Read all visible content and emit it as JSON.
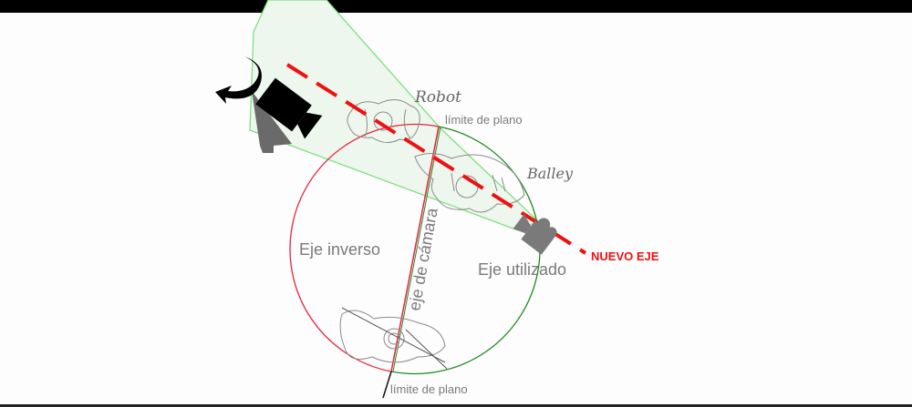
{
  "labels": {
    "robot": "Robot",
    "balley": "Balley",
    "limit_top": "límite de plano",
    "limit_bottom": "límite de plano",
    "camera_axis": "eje de cámara",
    "inverse_axis": "Eje inverso",
    "used_axis": "Eje utilizado",
    "new_axis": "NUEVO EJE"
  },
  "colors": {
    "new_axis": "#ee1111",
    "inverse_arc": "#e8223c",
    "used_arc": "#1e8a1e",
    "frustum": "#7fe07f",
    "frustum_fill": "#eef7ee",
    "label": "#7a7a7a"
  }
}
